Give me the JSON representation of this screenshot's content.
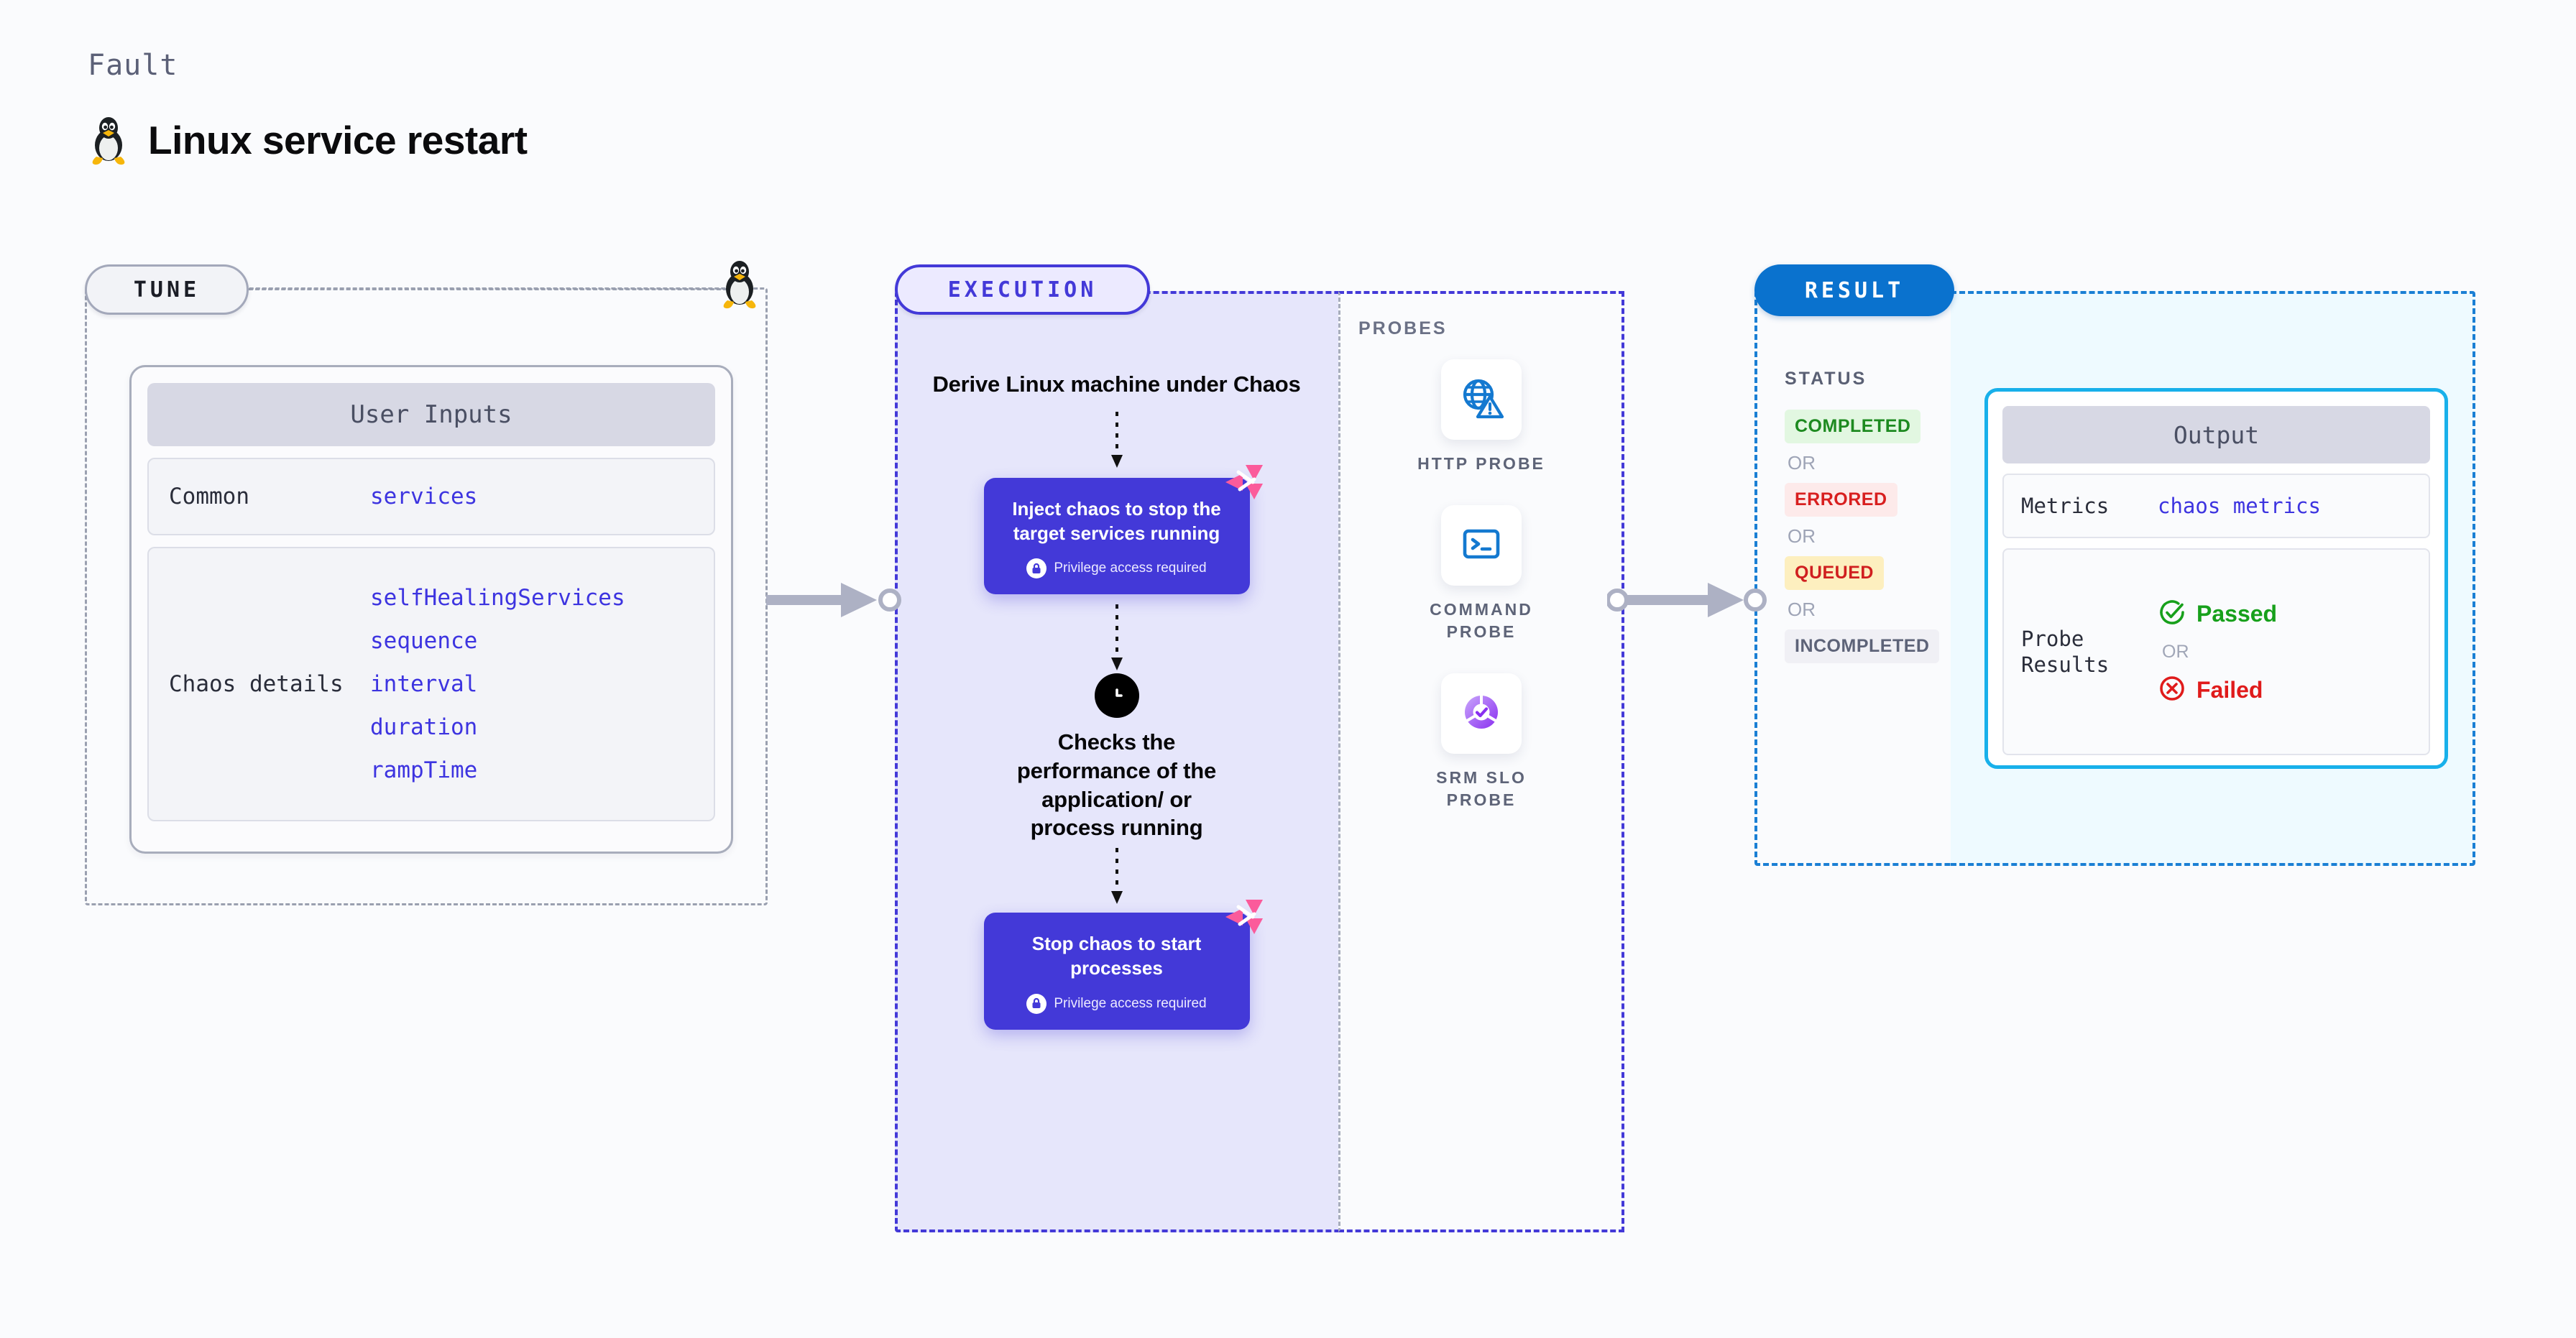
{
  "header": {
    "kicker": "Fault",
    "title": "Linux service restart",
    "icon": "linux-tux-icon"
  },
  "tune": {
    "pill_label": "TUNE",
    "card_title": "User Inputs",
    "rows": [
      {
        "label": "Common",
        "values": [
          "services"
        ]
      },
      {
        "label": "Chaos details",
        "values": [
          "selfHealingServices",
          "sequence",
          "interval",
          "duration",
          "rampTime"
        ]
      }
    ]
  },
  "execution": {
    "pill_label": "EXECUTION",
    "step1_text": "Derive Linux machine under Chaos",
    "box1": {
      "title": "Inject chaos to stop the target services running",
      "privilege": "Privilege access required"
    },
    "step2_text": "Checks the performance of the application/ or process running",
    "box2": {
      "title": "Stop chaos to start processes",
      "privilege": "Privilege access required"
    }
  },
  "probes": {
    "title": "PROBES",
    "items": [
      {
        "label": "HTTP PROBE",
        "icon": "globe-warning-icon"
      },
      {
        "label": "COMMAND PROBE",
        "icon": "terminal-icon"
      },
      {
        "label": "SRM SLO PROBE",
        "icon": "slo-donut-check-icon"
      }
    ]
  },
  "result": {
    "pill_label": "RESULT",
    "status_title": "STATUS",
    "or_label": "OR",
    "statuses": [
      {
        "label": "COMPLETED",
        "state": "completed"
      },
      {
        "label": "ERRORED",
        "state": "errored"
      },
      {
        "label": "QUEUED",
        "state": "queued"
      },
      {
        "label": "INCOMPLETED",
        "state": "incomplete"
      }
    ]
  },
  "output": {
    "card_title": "Output",
    "metrics_label": "Metrics",
    "metrics_value": "chaos metrics",
    "probe_results_label": "Probe Results",
    "passed_label": "Passed",
    "failed_label": "Failed",
    "or_label": "OR"
  },
  "colors": {
    "background": "#fafbfd",
    "tune_border": "#9aa0b0",
    "execution_accent": "#4339d8",
    "execution_fill": "#e6e6fb",
    "result_accent": "#1a7fd4",
    "output_fill": "#eefaff",
    "output_border": "#18b0ea",
    "probe_blue": "#1479d0",
    "harness_pink": "#fb5b9b",
    "pass_green": "#17a01b",
    "fail_red": "#e01b1b",
    "mono_value": "#3d34e0"
  }
}
